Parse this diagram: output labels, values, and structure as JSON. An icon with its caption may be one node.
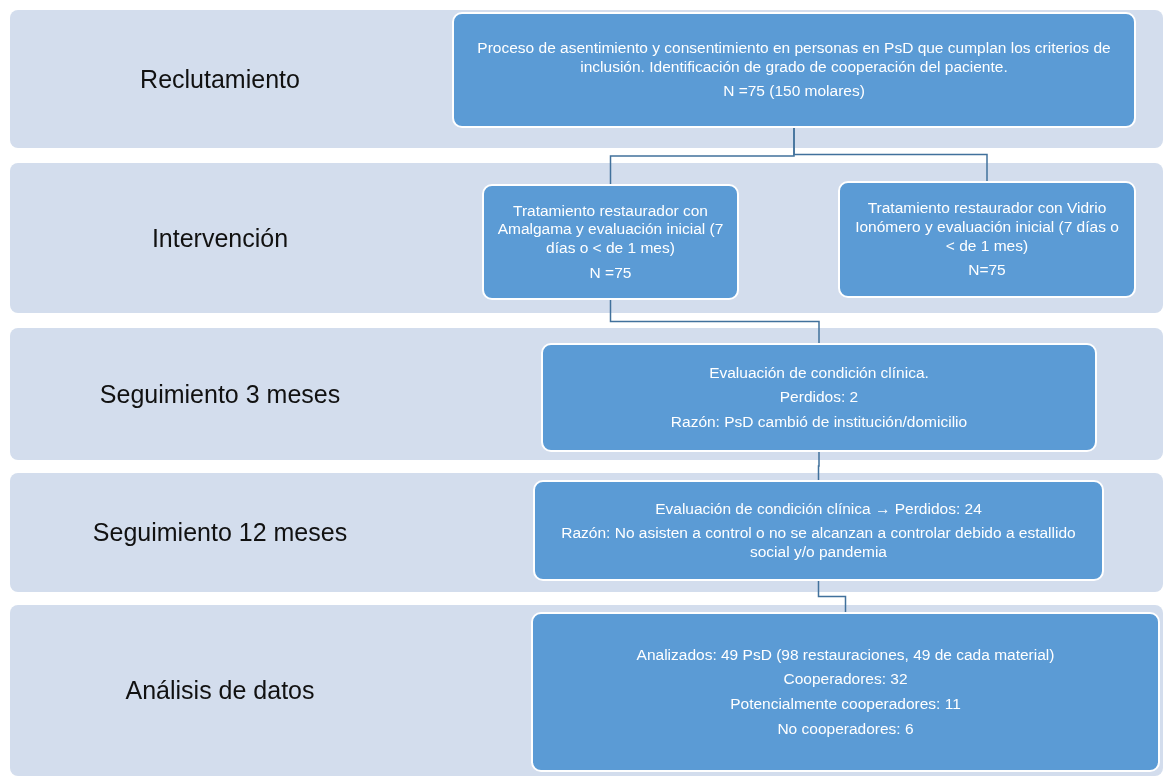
{
  "diagram": {
    "nodes": [
      {
        "text": [
          "Reclutamiento"
        ]
      },
      {
        "text": [
          "Proceso de asentimiento y consentimiento en personas en PsD que cumplan los criterios de inclusión. Identificación de grado de cooperación del paciente.",
          "N =75 (150 molares)"
        ],
        "in": 0
      },
      {
        "text": [
          "Intervención"
        ]
      },
      {
        "text": [
          "Tratamiento restaurador con Amalgama y evaluación inicial (7 días o < de 1 mes)",
          "N =75"
        ],
        "in": 2
      },
      {
        "text": [
          "Tratamiento restaurador con Vidrio Ionómero y evaluación inicial (7 días o < de 1 mes)",
          "N=75"
        ],
        "in": 2
      },
      {
        "text": [
          "Seguimiento 3 meses"
        ]
      },
      {
        "text": [
          "Evaluación de condición clínica.",
          "Perdidos: 2",
          "Razón: PsD cambió de institución/domicilio"
        ],
        "in": 5
      },
      {
        "text": [
          "Seguimiento 12 meses"
        ]
      },
      {
        "text": [
          "Evaluación de condición clínica → Perdidos: 24",
          "Razón: No asisten a control o no se alcanzan a controlar debido a estallido social y/o pandemia"
        ],
        "in": 7
      },
      {
        "text": [
          "Análisis de datos"
        ]
      },
      {
        "text": [
          "Analizados: 49 PsD (98 restauraciones, 49 de cada material)",
          "Cooperadores: 32",
          "Potencialmente cooperadores: 11",
          "No cooperadores: 6"
        ],
        "in": 9
      }
    ],
    "edges": [
      {
        "from": 1,
        "to": 3,
        "arrow": "none"
      },
      {
        "from": 1,
        "to": 4,
        "arrow": "none"
      },
      {
        "from": 3,
        "to": 6,
        "arrow": "none"
      },
      {
        "from": 6,
        "to": 8,
        "arrow": "none"
      },
      {
        "from": 8,
        "to": 10,
        "arrow": "none"
      }
    ]
  }
}
